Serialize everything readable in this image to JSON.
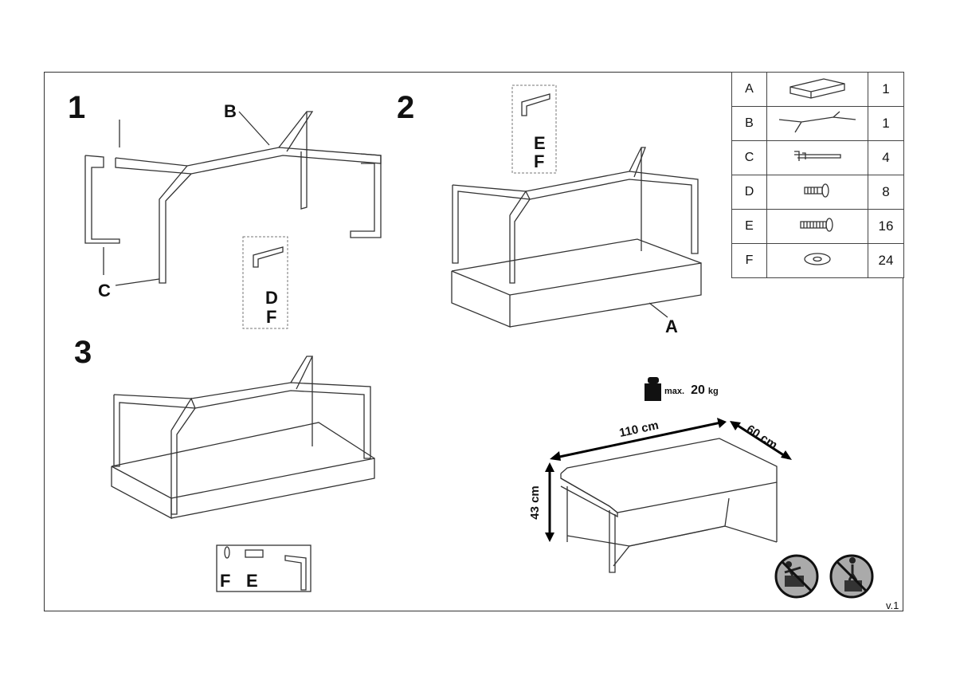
{
  "steps": [
    {
      "number": "1",
      "labels": {
        "B": "B",
        "C": "C",
        "D": "D",
        "F": "F"
      }
    },
    {
      "number": "2",
      "labels": {
        "E": "E",
        "F": "F",
        "A": "A"
      }
    },
    {
      "number": "3",
      "labels": {
        "F": "F",
        "E": "E"
      }
    }
  ],
  "parts": [
    {
      "letter": "A",
      "icon": "frame-tray-icon",
      "qty": "1"
    },
    {
      "letter": "B",
      "icon": "cross-frame-icon",
      "qty": "1"
    },
    {
      "letter": "C",
      "icon": "leg-bracket-icon",
      "qty": "4"
    },
    {
      "letter": "D",
      "icon": "short-bolt-icon",
      "qty": "8"
    },
    {
      "letter": "E",
      "icon": "long-bolt-icon",
      "qty": "16"
    },
    {
      "letter": "F",
      "icon": "washer-icon",
      "qty": "24"
    }
  ],
  "load": {
    "prefix": "max.",
    "value": "20",
    "unit": "kg"
  },
  "dimensions": {
    "length": "110 cm",
    "depth": "60 cm",
    "height": "43 cm"
  },
  "warnings": [
    "no-climbing-icon",
    "no-standing-icon"
  ],
  "version": "v.1"
}
